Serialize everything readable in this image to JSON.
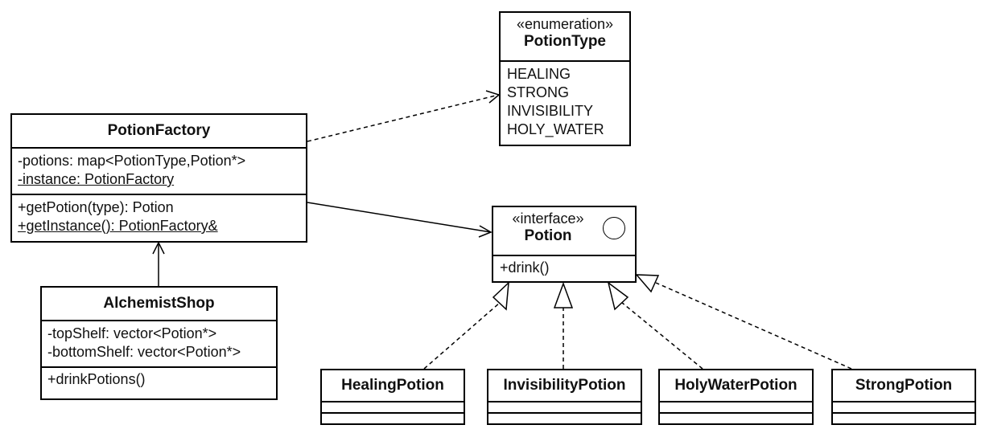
{
  "potion_type": {
    "stereotype": "«enumeration»",
    "name": "PotionType",
    "values": [
      "HEALING",
      "STRONG",
      "INVISIBILITY",
      "HOLY_WATER"
    ]
  },
  "potion_factory": {
    "name": "PotionFactory",
    "attributes": [
      "-potions: map<PotionType,Potion*>",
      "-instance: PotionFactory"
    ],
    "methods": [
      "+getPotion(type): Potion",
      "+getInstance(): PotionFactory&"
    ]
  },
  "potion": {
    "stereotype": "«interface»",
    "name": "Potion",
    "methods": [
      "+drink()"
    ]
  },
  "alchemist_shop": {
    "name": "AlchemistShop",
    "attributes": [
      "-topShelf: vector<Potion*>",
      "-bottomShelf: vector<Potion*>"
    ],
    "methods": [
      "+drinkPotions()"
    ]
  },
  "implementations": {
    "healing": "HealingPotion",
    "invisibility": "InvisibilityPotion",
    "holy_water": "HolyWaterPotion",
    "strong": "StrongPotion"
  }
}
